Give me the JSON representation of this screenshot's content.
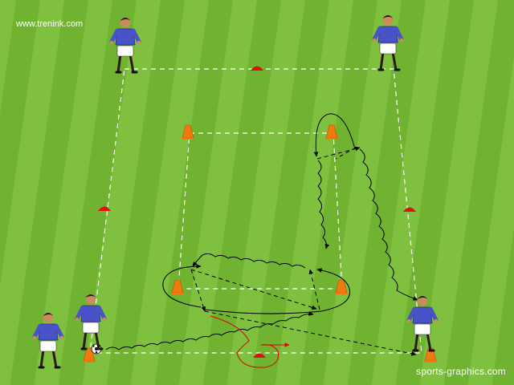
{
  "watermarks": {
    "top_left": "www.trenink.com",
    "bottom_right": "sports-graphics.com"
  },
  "colors": {
    "grass_light": "#7fc13f",
    "grass_dark": "#6fb331",
    "boundary_line": "#ffffff",
    "cone_orange": "#f07a10",
    "marker_red": "#e01010",
    "shirt": "#4a52c8",
    "shorts": "#ffffff",
    "action_black": "#000000",
    "action_red": "#e00000"
  },
  "players": [
    {
      "name": "player-top-left",
      "shirt": "blue"
    },
    {
      "name": "player-top-right",
      "shirt": "blue"
    },
    {
      "name": "player-bottom-left-standing",
      "shirt": "blue"
    },
    {
      "name": "player-bottom-left-dribbling",
      "shirt": "blue"
    },
    {
      "name": "player-bottom-right",
      "shirt": "blue"
    }
  ]
}
